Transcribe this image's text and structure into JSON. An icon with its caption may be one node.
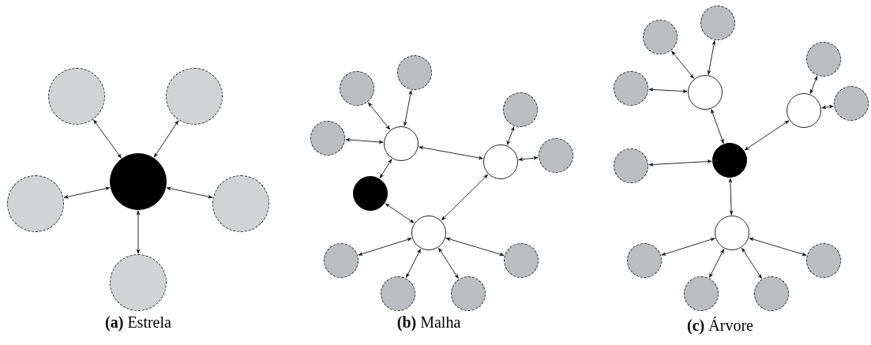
{
  "diagram": {
    "nodes": [
      {
        "text": [],
        "shape": "circle"
      },
      {
        "text": [],
        "shape": "circle"
      },
      {
        "text": [],
        "shape": "circle"
      },
      {
        "text": [],
        "shape": "circle"
      },
      {
        "text": [],
        "shape": "circle"
      },
      {
        "text": [],
        "shape": "circle"
      },
      {
        "text": [],
        "shape": "circle"
      },
      {
        "text": [],
        "shape": "circle"
      },
      {
        "text": [],
        "shape": "circle"
      },
      {
        "text": [],
        "shape": "circle"
      },
      {
        "text": [],
        "shape": "circle"
      },
      {
        "text": [],
        "shape": "circle"
      },
      {
        "text": [],
        "shape": "circle"
      },
      {
        "text": [],
        "shape": "circle"
      },
      {
        "text": [],
        "shape": "circle"
      },
      {
        "text": [],
        "shape": "circle"
      },
      {
        "text": [],
        "shape": "circle"
      },
      {
        "text": [],
        "shape": "circle"
      },
      {
        "text": [],
        "shape": "circle"
      },
      {
        "text": [],
        "shape": "circle"
      },
      {
        "text": [],
        "shape": "circle"
      },
      {
        "text": [],
        "shape": "circle"
      },
      {
        "text": [],
        "shape": "circle"
      },
      {
        "text": [],
        "shape": "circle"
      },
      {
        "text": [],
        "shape": "circle"
      },
      {
        "text": [],
        "shape": "circle"
      },
      {
        "text": [],
        "shape": "circle"
      },
      {
        "text": [],
        "shape": "circle"
      },
      {
        "text": [],
        "shape": "circle"
      },
      {
        "text": [],
        "shape": "circle"
      },
      {
        "text": [],
        "shape": "circle"
      },
      {
        "text": [],
        "shape": "circle"
      },
      {
        "text": [],
        "shape": "circle"
      }
    ],
    "edges": [
      {
        "from": 2,
        "to": 0,
        "arrow": "both"
      },
      {
        "from": 2,
        "to": 1,
        "arrow": "both"
      },
      {
        "from": 2,
        "to": 3,
        "arrow": "both"
      },
      {
        "from": 2,
        "to": 4,
        "arrow": "both"
      },
      {
        "from": 2,
        "to": 5,
        "arrow": "both"
      },
      {
        "from": 10,
        "to": 7,
        "arrow": "both"
      },
      {
        "from": 10,
        "to": 6,
        "arrow": "both"
      },
      {
        "from": 10,
        "to": 9,
        "arrow": "both"
      },
      {
        "from": 10,
        "to": 12,
        "arrow": "both"
      },
      {
        "from": 10,
        "to": 13,
        "arrow": "both"
      },
      {
        "from": 12,
        "to": 8,
        "arrow": "both"
      },
      {
        "from": 12,
        "to": 11,
        "arrow": "both"
      },
      {
        "from": 12,
        "to": 14,
        "arrow": "both"
      },
      {
        "from": 13,
        "to": 14,
        "arrow": "both"
      },
      {
        "from": 14,
        "to": 15,
        "arrow": "both"
      },
      {
        "from": 14,
        "to": 17,
        "arrow": "both"
      },
      {
        "from": 14,
        "to": 18,
        "arrow": "both"
      },
      {
        "from": 14,
        "to": 16,
        "arrow": "both"
      },
      {
        "from": 23,
        "to": 20,
        "arrow": "both"
      },
      {
        "from": 23,
        "to": 19,
        "arrow": "both"
      },
      {
        "from": 23,
        "to": 22,
        "arrow": "both"
      },
      {
        "from": 23,
        "to": 26,
        "arrow": "both"
      },
      {
        "from": 25,
        "to": 21,
        "arrow": "both"
      },
      {
        "from": 25,
        "to": 24,
        "arrow": "both"
      },
      {
        "from": 25,
        "to": 26,
        "arrow": "both"
      },
      {
        "from": 26,
        "to": 27,
        "arrow": "both"
      },
      {
        "from": 26,
        "to": 28,
        "arrow": "both"
      },
      {
        "from": 28,
        "to": 29,
        "arrow": "both"
      },
      {
        "from": 28,
        "to": 31,
        "arrow": "both"
      },
      {
        "from": 28,
        "to": 32,
        "arrow": "both"
      },
      {
        "from": 28,
        "to": 30,
        "arrow": "both"
      }
    ],
    "labels": [
      "**(a)** Estrela",
      "**(b)** Malha",
      "**(c)** Árvore"
    ]
  }
}
